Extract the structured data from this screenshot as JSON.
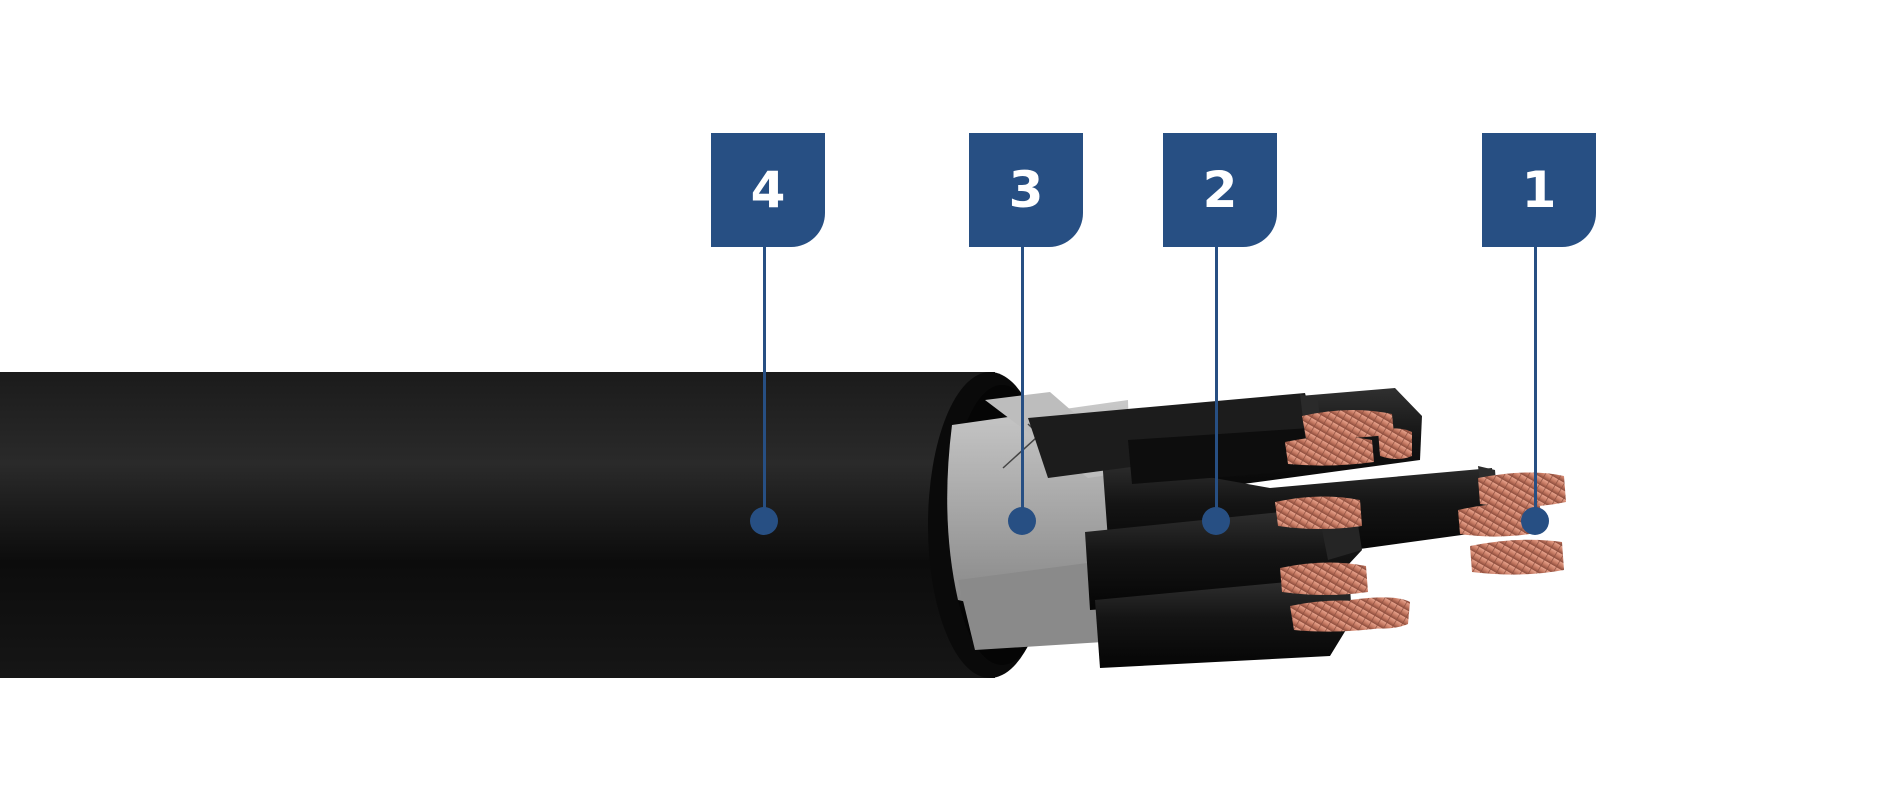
{
  "colors": {
    "callout": "#274f83",
    "callout_text": "#ffffff",
    "sheath": "#131313",
    "insulation": "#1a1a1a",
    "copper": "#c67a63",
    "separator_tape": "#a9a9a9",
    "background": "#ffffff"
  },
  "callouts": [
    {
      "number": "4",
      "part": "outer-sheath"
    },
    {
      "number": "3",
      "part": "separator-tape"
    },
    {
      "number": "2",
      "part": "core-insulation"
    },
    {
      "number": "1",
      "part": "copper-conductor"
    }
  ]
}
